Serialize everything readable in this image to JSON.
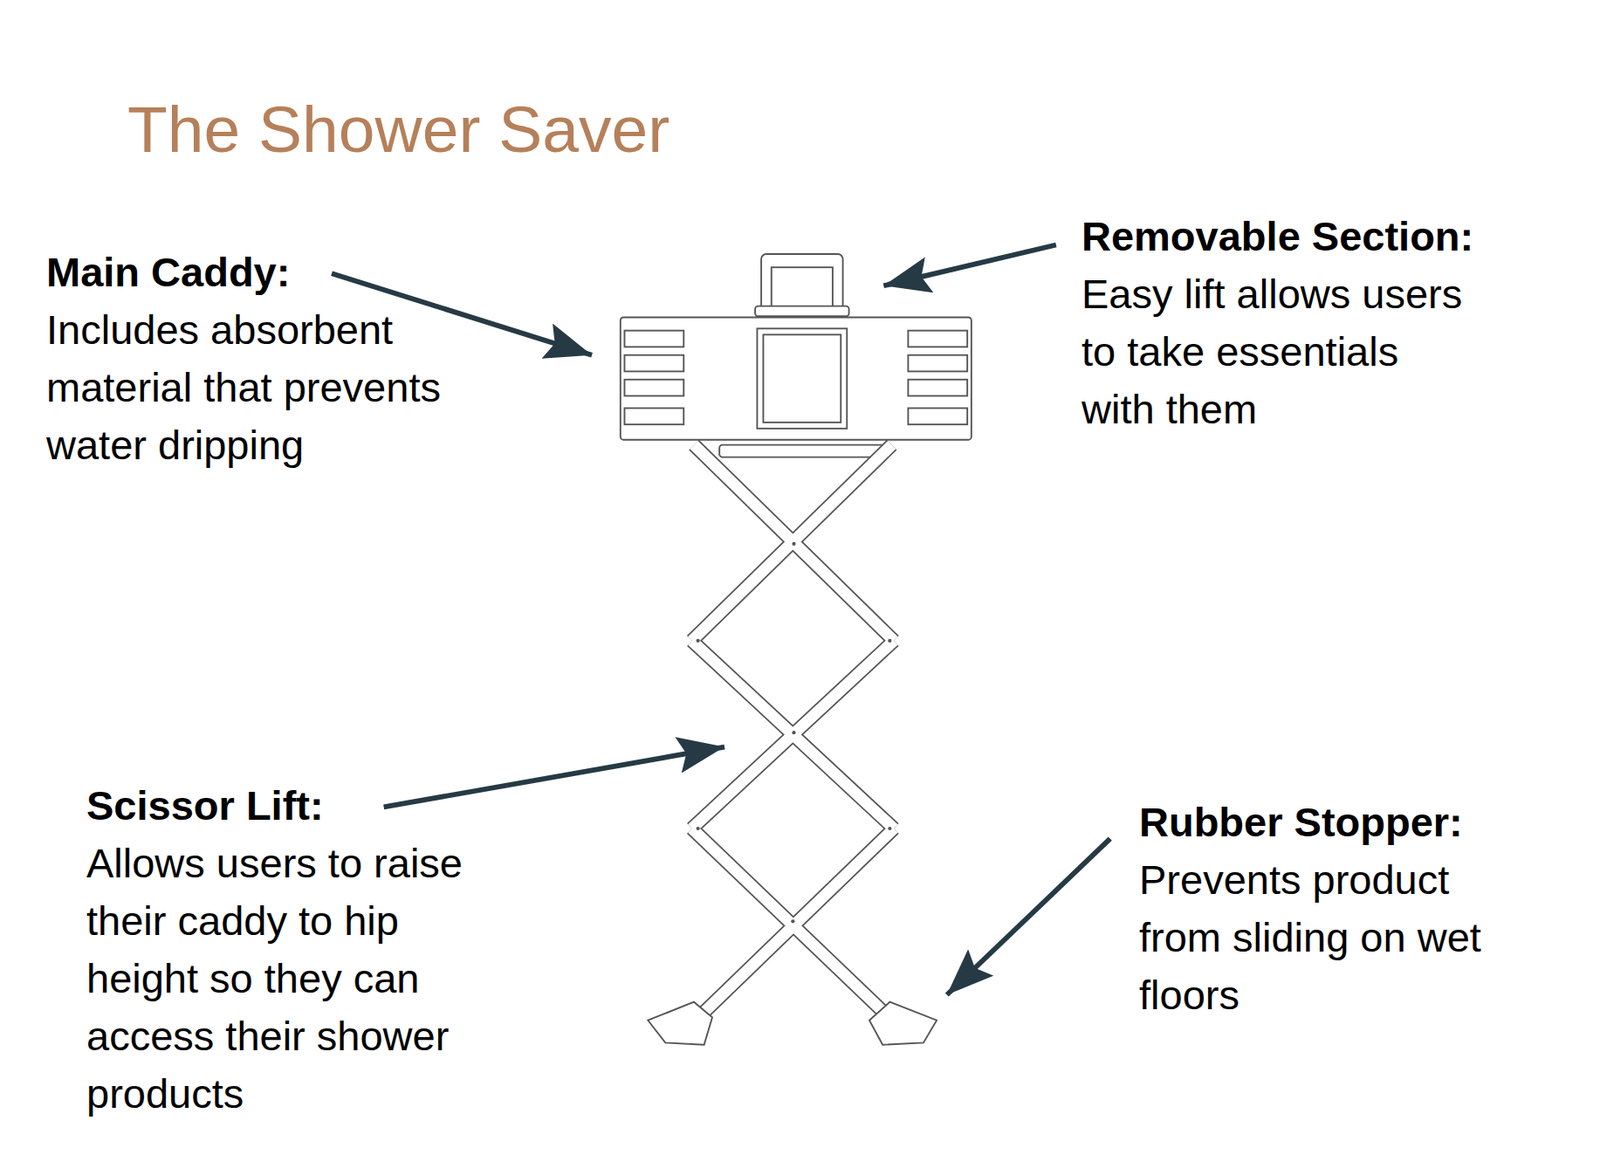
{
  "diagram": {
    "title": "The Shower Saver",
    "labels": [
      "Main Caddy:",
      "Includes absorbent material that prevents water dripping",
      "Removable Section:",
      "Easy lift allows users to take essentials with them",
      "Scissor Lift:",
      "Allows users to raise their caddy to hip height so they can access their shower products",
      "Rubber Stopper:",
      "Prevents product from sliding on wet floors"
    ]
  }
}
